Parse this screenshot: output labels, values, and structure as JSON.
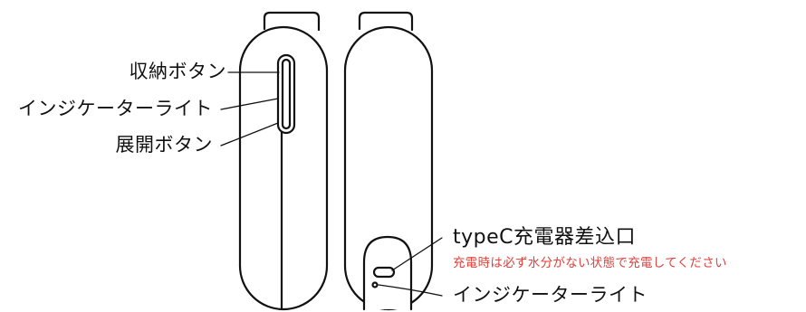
{
  "labels": {
    "retract_button": "収納ボタン",
    "indicator_light_left": "インジケーターライト",
    "deploy_button": "展開ボタン",
    "typec_port": "typeC充電器差込口",
    "warning": "充電時は必ず水分がない状態で充電してください",
    "indicator_light_right": "インジケーターライト"
  },
  "colors": {
    "outline": "#111111",
    "warning_text": "#e0413a",
    "background": "#ffffff"
  }
}
